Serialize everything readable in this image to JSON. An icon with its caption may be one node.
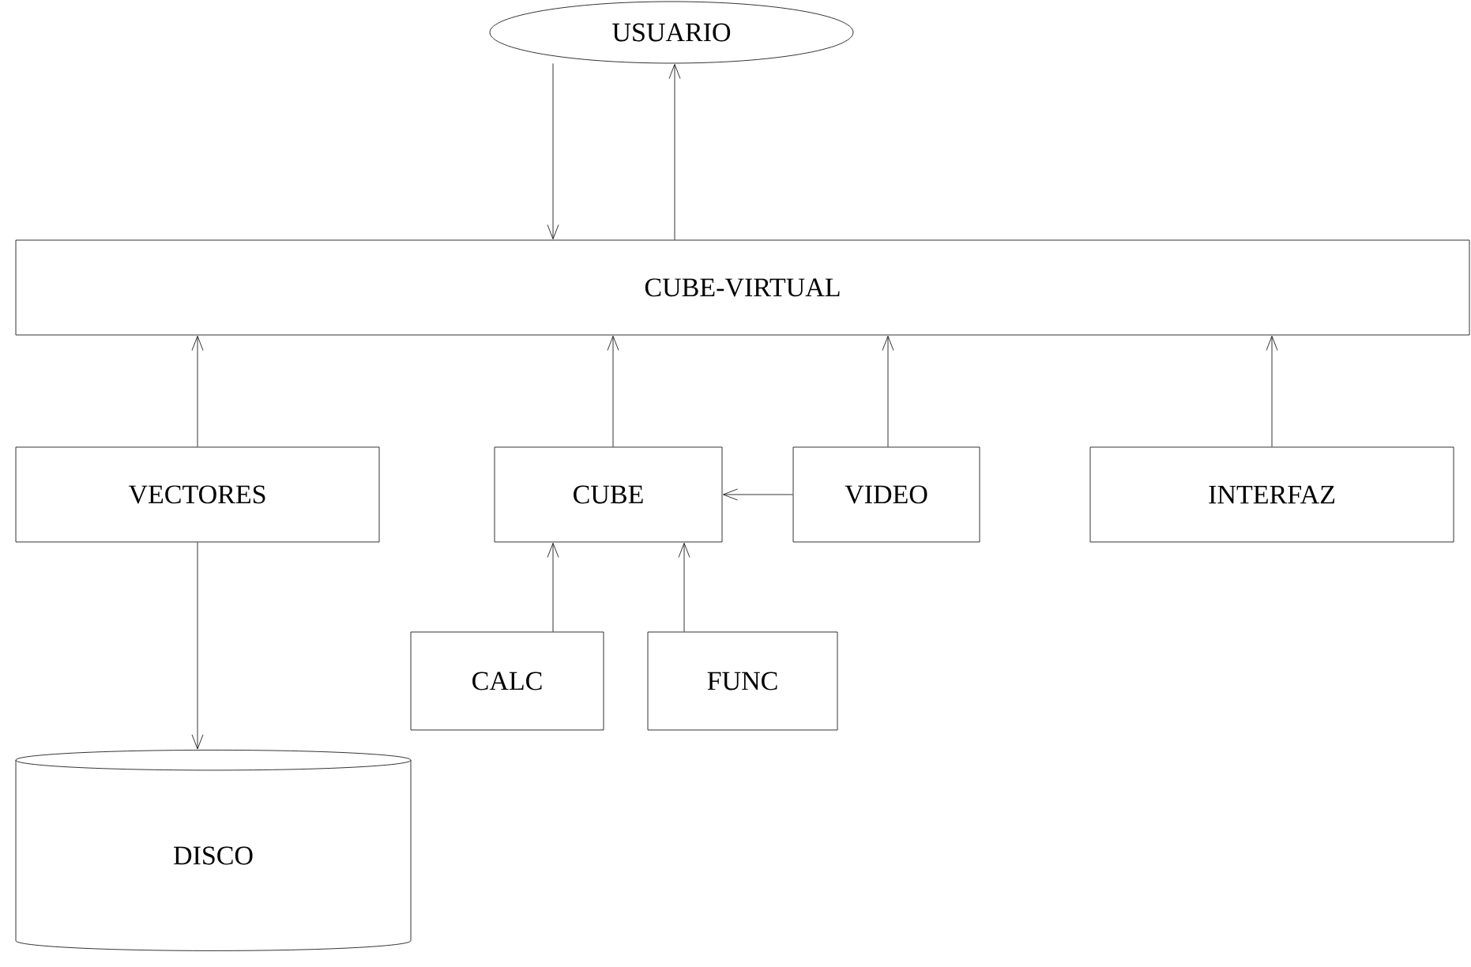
{
  "diagram": {
    "nodes": [
      {
        "text": [
          "USUARIO"
        ]
      },
      {
        "text": [
          "CUBE-VIRTUAL"
        ]
      },
      {
        "text": [
          "VECTORES"
        ]
      },
      {
        "text": [
          "CUBE"
        ]
      },
      {
        "text": [
          "VIDEO"
        ]
      },
      {
        "text": [
          "INTERFAZ"
        ]
      },
      {
        "text": [
          "CALC"
        ]
      },
      {
        "text": [
          "FUNC"
        ]
      },
      {
        "text": [
          "DISCO"
        ]
      }
    ],
    "edges": [
      {
        "from": 0,
        "to": 1,
        "arrow": "to"
      },
      {
        "from": 1,
        "to": 0,
        "arrow": "to"
      },
      {
        "from": 2,
        "to": 1,
        "arrow": "to"
      },
      {
        "from": 3,
        "to": 1,
        "arrow": "to"
      },
      {
        "from": 4,
        "to": 1,
        "arrow": "to"
      },
      {
        "from": 5,
        "to": 1,
        "arrow": "to"
      },
      {
        "from": 4,
        "to": 3,
        "arrow": "to"
      },
      {
        "from": 6,
        "to": 3,
        "arrow": "to"
      },
      {
        "from": 7,
        "to": 3,
        "arrow": "to"
      },
      {
        "from": 2,
        "to": 8,
        "arrow": "to"
      }
    ]
  }
}
